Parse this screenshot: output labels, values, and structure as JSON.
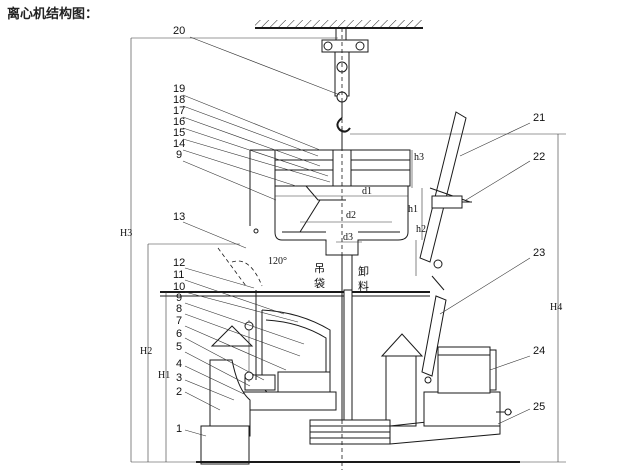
{
  "title": "离心机结构图：",
  "left_labels": [
    "19",
    "18",
    "17",
    "16",
    "15",
    "14",
    "9",
    "13",
    "12",
    "11",
    "10",
    "9",
    "8",
    "7",
    "6",
    "5",
    "4",
    "3",
    "2",
    "1"
  ],
  "top_label": "20",
  "right_labels": [
    "21",
    "22",
    "23",
    "24",
    "25"
  ],
  "dimensions": {
    "h3": "h3",
    "h1": "h1",
    "h2": "h2",
    "d1": "d1",
    "d2": "d2",
    "d3": "d3",
    "H3": "H3",
    "H2": "H2",
    "H1": "H1",
    "H4": "H4",
    "angle": "120°"
  },
  "annotations": {
    "bag_1": "吊",
    "bag_2": "袋",
    "unload_1": "卸",
    "unload_2": "料"
  }
}
